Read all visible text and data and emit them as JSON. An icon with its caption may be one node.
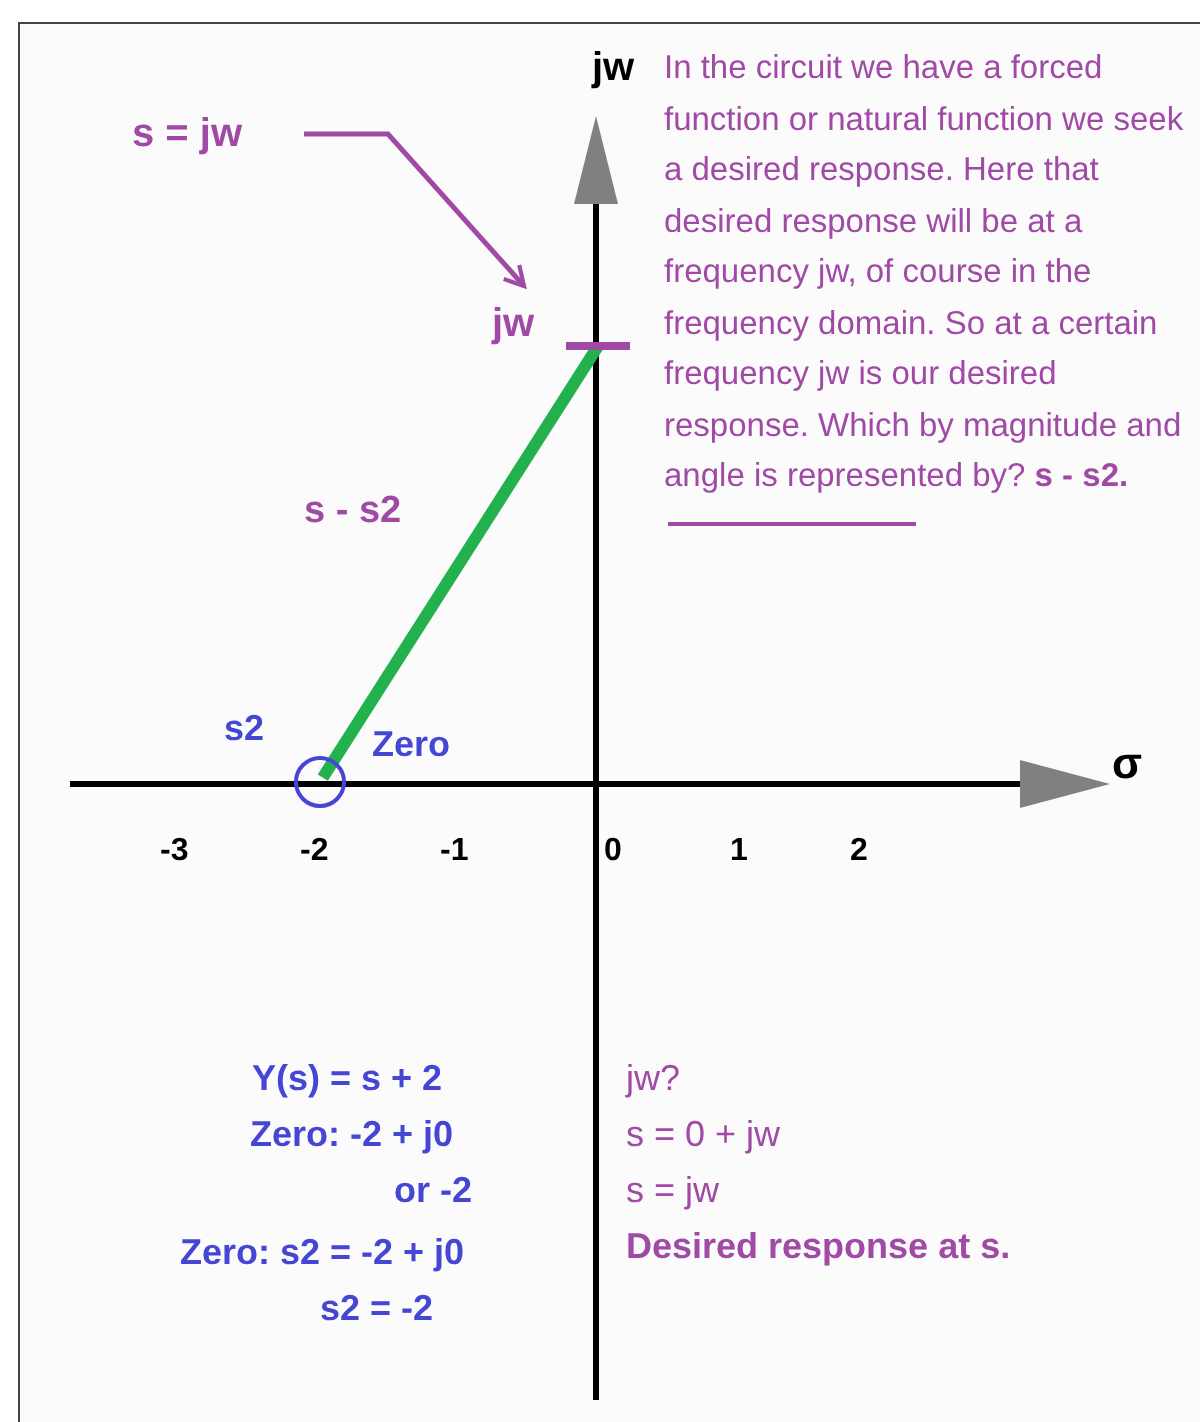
{
  "diagram": {
    "nodes": [
      {
        "text": [
          "s = jw"
        ]
      },
      {
        "text": [
          "jw"
        ]
      },
      {
        "text": [],
        "shape": "circle",
        "beside": [
          "s2",
          "Zero"
        ]
      },
      {
        "text": [],
        "shape": "bar"
      }
    ],
    "edges": [
      {
        "from": 0,
        "to": 1,
        "arrow": "to"
      },
      {
        "from": 2,
        "to": 3,
        "arrow": "none",
        "label": "s - s2",
        "style": "thick",
        "color": "#22b14c"
      }
    ],
    "labels": [
      "jw",
      "In the circuit we have a forced function or natural function we seek a desired response. Here that desired response will be at a frequency jw, of course in the frequency domain. So at a certain frequency jw is our desired response. Which by magnitude and angle is represented by? **s - s2.**",
      "σ",
      "-3",
      "-2",
      "-1",
      "0",
      "1",
      "2",
      "Y(s) = s + 2",
      "Zero: -2 + j0",
      "or -2",
      "Zero: s2 = -2 + j0",
      "s2 = -2",
      "jw?",
      "s = 0 + jw",
      "s = jw",
      "Desired response at s."
    ]
  }
}
